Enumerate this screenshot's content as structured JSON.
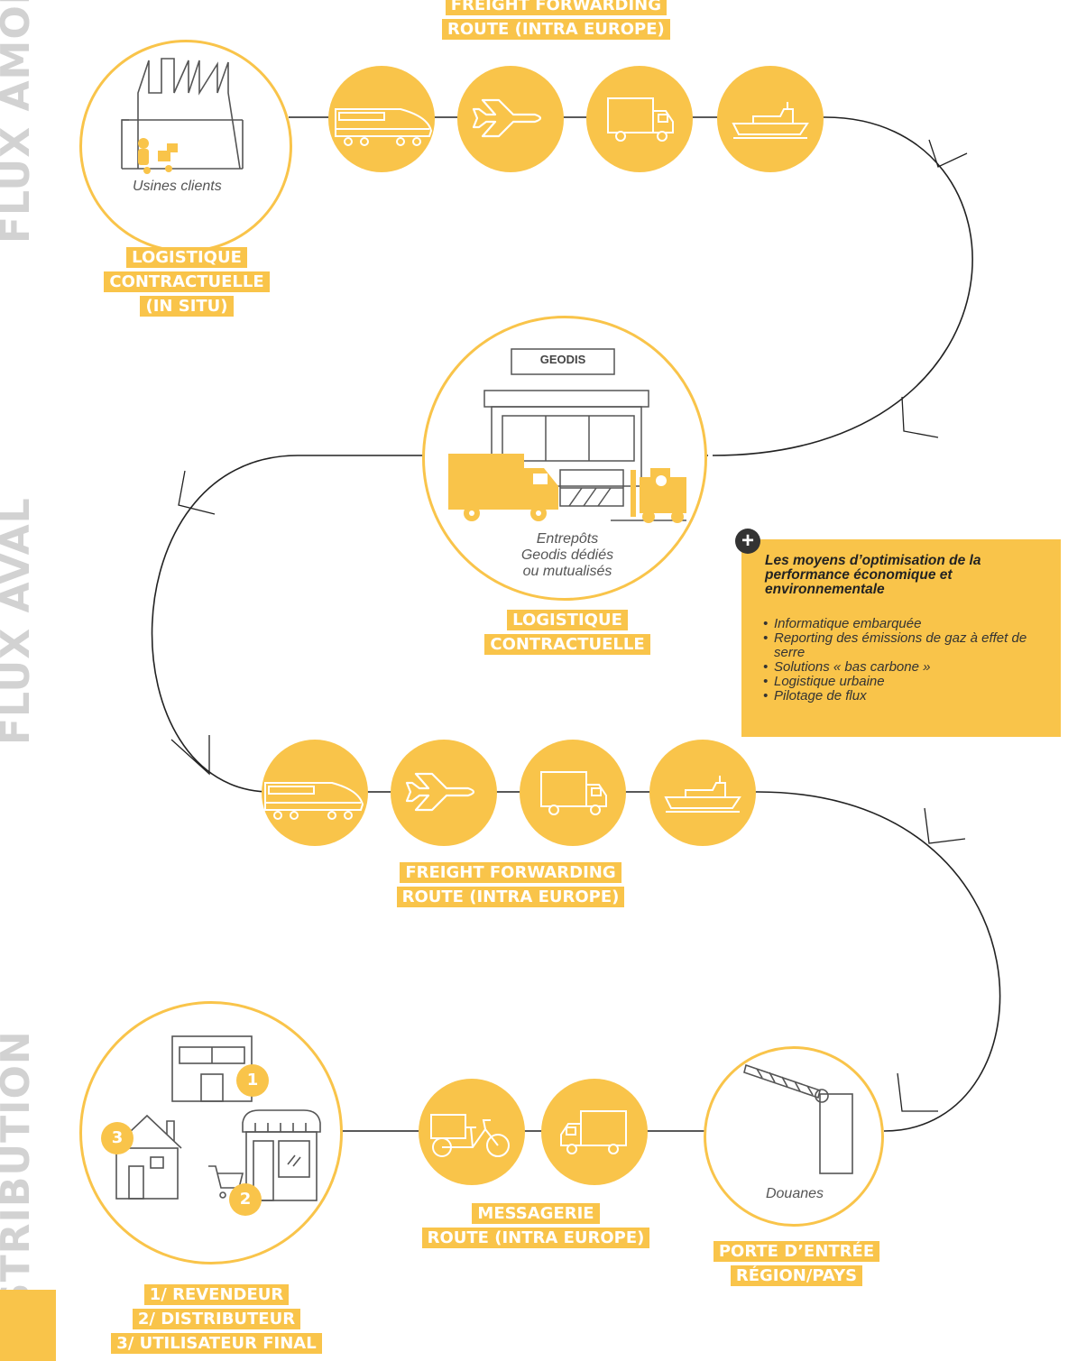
{
  "side_labels": {
    "amont": "FLUX AMONT",
    "aval": "FLUX AVAL",
    "distribution": "DISTRIBUTION"
  },
  "top_label": [
    "FREIGHT FORWARDING",
    "ROUTE (INTRA EUROPE)"
  ],
  "usines": {
    "caption": "Usines clients",
    "label": [
      "LOGISTIQUE",
      "CONTRACTUELLE",
      "(IN SITU)"
    ]
  },
  "warehouse": {
    "sign": "GEODIS",
    "caption": [
      "Entrepôts",
      "Geodis dédiés",
      "ou mutualisés"
    ],
    "label": [
      "LOGISTIQUE",
      "CONTRACTUELLE"
    ]
  },
  "mid_label": [
    "FREIGHT FORWARDING",
    "ROUTE (INTRA EUROPE)"
  ],
  "info": {
    "title": "Les moyens d’optimisation de la performance économique et environnementale",
    "items": [
      "Informatique embarquée",
      "Reporting des émissions de gaz à effet de serre",
      "Solutions « bas carbone »",
      "Logistique urbaine",
      "Pilotage de flux"
    ]
  },
  "customs": {
    "caption": "Douanes",
    "label": [
      "PORTE D’ENTRÉE",
      "RÉGION/PAYS"
    ]
  },
  "messagerie_label": [
    "MESSAGERIE",
    "ROUTE (INTRA EUROPE)"
  ],
  "distribution": {
    "badges": [
      "1",
      "2",
      "3"
    ],
    "label": [
      "1/ REVENDEUR",
      "2/ DISTRIBUTEUR",
      "3/ UTILISATEUR FINAL"
    ]
  },
  "colors": {
    "accent": "#f9c44a",
    "side_text": "#d2d2d2",
    "line": "#222222",
    "icon_line": "#ffffff"
  },
  "icons": [
    "train-icon",
    "plane-icon",
    "truck-icon",
    "ship-icon",
    "factory-icon",
    "warehouse-icon",
    "forklift-icon",
    "barrier-icon",
    "cargo-bike-icon",
    "shop-icon",
    "house-icon",
    "cart-icon"
  ]
}
